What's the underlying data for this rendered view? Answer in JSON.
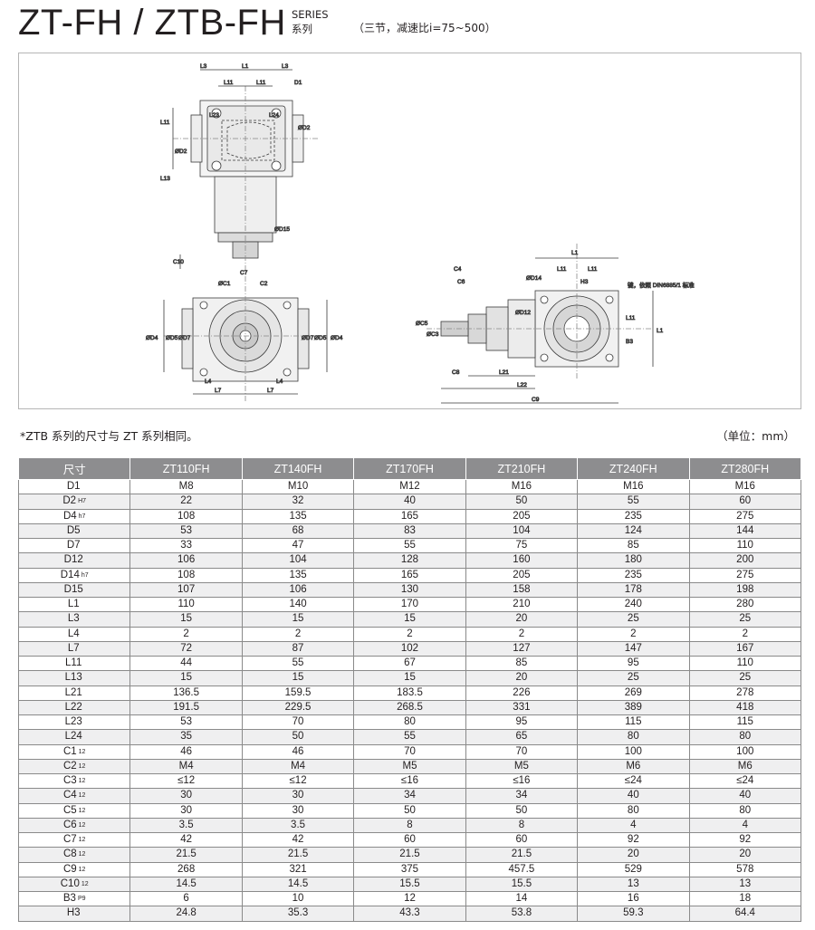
{
  "header": {
    "title": "ZT-FH / ZTB-FH",
    "series_en": "SERIES",
    "series_cn": "系列",
    "ratio_note": "（三节，减速比i=75~500）"
  },
  "drawing": {
    "labels": {
      "L3": "L3",
      "L1": "L1",
      "L11": "L11",
      "D1": "D1",
      "L23": "L23",
      "L24": "L24",
      "D2": "ØD2",
      "L13": "L13",
      "D15": "ØD15",
      "C10": "C10",
      "C1": "ØC1",
      "C2": "C2",
      "C7": "C7",
      "D4": "ØD4",
      "D5": "ØD5",
      "D7": "ØD7",
      "L4": "L4",
      "L7": "L7",
      "C4": "C4",
      "C6": "C6",
      "C5": "ØC5",
      "C3": "ØC3",
      "C8": "C8",
      "L21": "L21",
      "L22": "L22",
      "C9": "C9",
      "D14": "ØD14",
      "D12": "ØD12",
      "H3": "H3",
      "B3": "B3",
      "key_note": "键，依照 DIN6885/1 标准"
    }
  },
  "notes": {
    "left": "*ZTB 系列的尺寸与 ZT 系列相同。",
    "right": "（单位：mm）"
  },
  "table": {
    "headers": [
      "尺寸",
      "ZT110FH",
      "ZT140FH",
      "ZT170FH",
      "ZT210FH",
      "ZT240FH",
      "ZT280FH"
    ],
    "rows": [
      {
        "name": "D1",
        "sup": "",
        "values": [
          "M8",
          "M10",
          "M12",
          "M16",
          "M16",
          "M16"
        ]
      },
      {
        "name": "D2",
        "sup": "H7",
        "values": [
          "22",
          "32",
          "40",
          "50",
          "55",
          "60"
        ]
      },
      {
        "name": "D4",
        "sup": "h7",
        "values": [
          "108",
          "135",
          "165",
          "205",
          "235",
          "275"
        ]
      },
      {
        "name": "D5",
        "sup": "",
        "values": [
          "53",
          "68",
          "83",
          "104",
          "124",
          "144"
        ]
      },
      {
        "name": "D7",
        "sup": "",
        "values": [
          "33",
          "47",
          "55",
          "75",
          "85",
          "110"
        ]
      },
      {
        "name": "D12",
        "sup": "",
        "values": [
          "106",
          "104",
          "128",
          "160",
          "180",
          "200"
        ]
      },
      {
        "name": "D14",
        "sup": "h7",
        "values": [
          "108",
          "135",
          "165",
          "205",
          "235",
          "275"
        ]
      },
      {
        "name": "D15",
        "sup": "",
        "values": [
          "107",
          "106",
          "130",
          "158",
          "178",
          "198"
        ]
      },
      {
        "name": "L1",
        "sup": "",
        "values": [
          "110",
          "140",
          "170",
          "210",
          "240",
          "280"
        ]
      },
      {
        "name": "L3",
        "sup": "",
        "values": [
          "15",
          "15",
          "15",
          "20",
          "25",
          "25"
        ]
      },
      {
        "name": "L4",
        "sup": "",
        "values": [
          "2",
          "2",
          "2",
          "2",
          "2",
          "2"
        ]
      },
      {
        "name": "L7",
        "sup": "",
        "values": [
          "72",
          "87",
          "102",
          "127",
          "147",
          "167"
        ]
      },
      {
        "name": "L11",
        "sup": "",
        "values": [
          "44",
          "55",
          "67",
          "85",
          "95",
          "110"
        ]
      },
      {
        "name": "L13",
        "sup": "",
        "values": [
          "15",
          "15",
          "15",
          "20",
          "25",
          "25"
        ]
      },
      {
        "name": "L21",
        "sup": "",
        "values": [
          "136.5",
          "159.5",
          "183.5",
          "226",
          "269",
          "278"
        ]
      },
      {
        "name": "L22",
        "sup": "",
        "values": [
          "191.5",
          "229.5",
          "268.5",
          "331",
          "389",
          "418"
        ]
      },
      {
        "name": "L23",
        "sup": "",
        "values": [
          "53",
          "70",
          "80",
          "95",
          "115",
          "115"
        ]
      },
      {
        "name": "L24",
        "sup": "",
        "values": [
          "35",
          "50",
          "55",
          "65",
          "80",
          "80"
        ]
      },
      {
        "name": "C1",
        "sup": "12",
        "values": [
          "46",
          "46",
          "70",
          "70",
          "100",
          "100"
        ]
      },
      {
        "name": "C2",
        "sup": "12",
        "values": [
          "M4",
          "M4",
          "M5",
          "M5",
          "M6",
          "M6"
        ]
      },
      {
        "name": "C3",
        "sup": "12",
        "values": [
          "≤12",
          "≤12",
          "≤16",
          "≤16",
          "≤24",
          "≤24"
        ]
      },
      {
        "name": "C4",
        "sup": "12",
        "values": [
          "30",
          "30",
          "34",
          "34",
          "40",
          "40"
        ]
      },
      {
        "name": "C5",
        "sup": "12",
        "values": [
          "30",
          "30",
          "50",
          "50",
          "80",
          "80"
        ]
      },
      {
        "name": "C6",
        "sup": "12",
        "values": [
          "3.5",
          "3.5",
          "8",
          "8",
          "4",
          "4"
        ]
      },
      {
        "name": "C7",
        "sup": "12",
        "values": [
          "42",
          "42",
          "60",
          "60",
          "92",
          "92"
        ]
      },
      {
        "name": "C8",
        "sup": "12",
        "values": [
          "21.5",
          "21.5",
          "21.5",
          "21.5",
          "20",
          "20"
        ]
      },
      {
        "name": "C9",
        "sup": "12",
        "values": [
          "268",
          "321",
          "375",
          "457.5",
          "529",
          "578"
        ]
      },
      {
        "name": "C10",
        "sup": "12",
        "values": [
          "14.5",
          "14.5",
          "15.5",
          "15.5",
          "13",
          "13"
        ]
      },
      {
        "name": "B3",
        "sup": "P9",
        "values": [
          "6",
          "10",
          "12",
          "14",
          "16",
          "18"
        ]
      },
      {
        "name": "H3",
        "sup": "",
        "values": [
          "24.8",
          "35.3",
          "43.3",
          "53.8",
          "59.3",
          "64.4"
        ]
      }
    ]
  }
}
